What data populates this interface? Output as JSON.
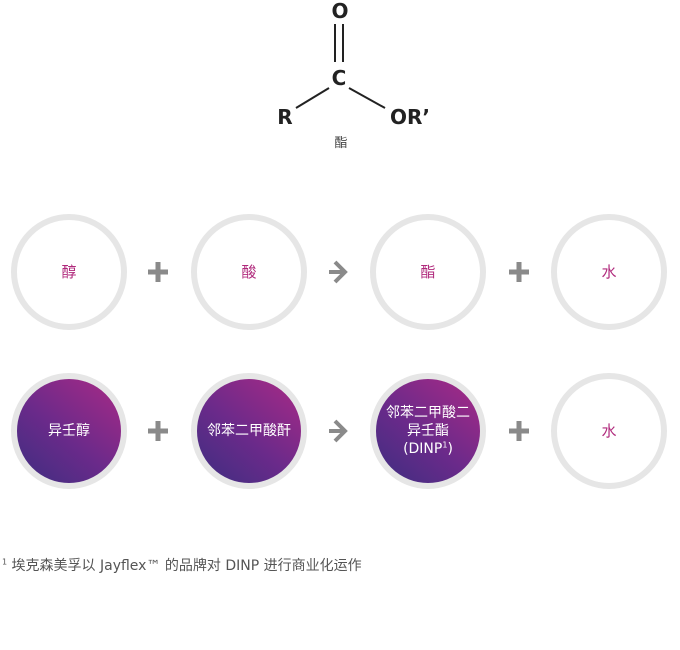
{
  "structure": {
    "o_label": "O",
    "c_label": "C",
    "r_label": "R",
    "or_label": "OR’",
    "caption": "酯"
  },
  "row1": {
    "a": "醇",
    "b": "酸",
    "c": "酯",
    "d": "水"
  },
  "row2": {
    "a": "异壬醇",
    "b": "邻苯二甲酸酐",
    "c_line1": "邻苯二甲酸二",
    "c_line2": "异壬酯",
    "c_line3": "(DINP",
    "c_sup": "1",
    "c_close": ")",
    "d": "水"
  },
  "footnote": {
    "marker": "1",
    "text": " 埃克森美孚以 Jayflex™ 的品牌对 DINP 进行商业化运作"
  },
  "colors": {
    "accent": "#b02a7c",
    "gradient_start": "#3d2e80",
    "gradient_end": "#a92a86",
    "ring": "#e6e6e6",
    "operator": "#8a8a8a"
  }
}
